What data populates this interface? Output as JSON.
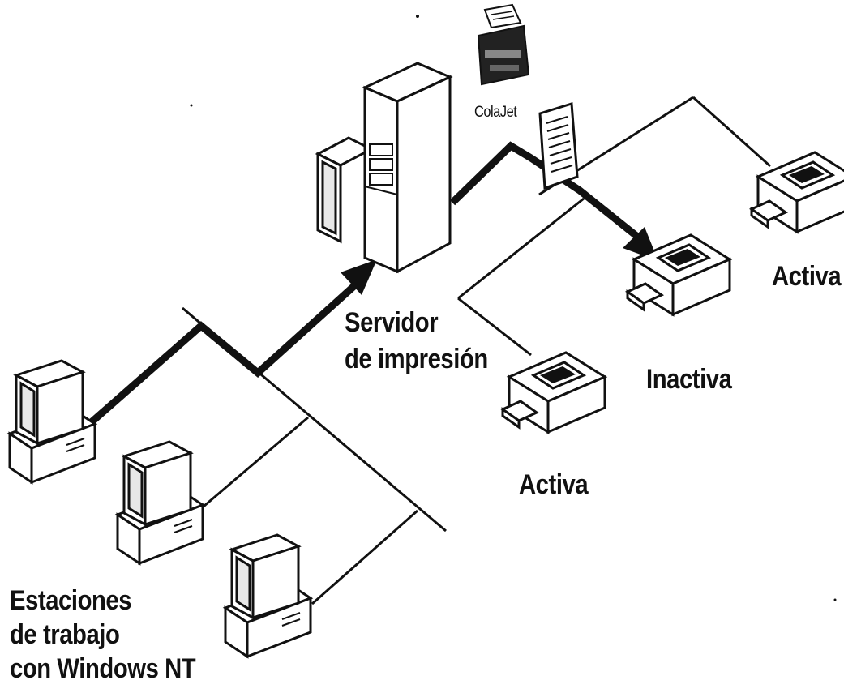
{
  "labels": {
    "colajet": "ColaJet",
    "server_line1": "Servidor",
    "server_line2": "de impresión",
    "printer_active_right": "Activa",
    "printer_inactive": "Inactiva",
    "printer_active_bottom": "Activa",
    "stations_line1": "Estaciones",
    "stations_line2": "de trabajo",
    "stations_line3": "con Windows NT"
  },
  "icons": {
    "server": "server-icon",
    "workstation": "workstation-icon",
    "printer": "printer-icon",
    "queue_printer": "printer-queue-icon",
    "document": "document-icon",
    "flow_arrow": "arrow-icon"
  },
  "colors": {
    "ink": "#111111",
    "fill": "#ffffff",
    "screen": "#e8e8e8"
  }
}
